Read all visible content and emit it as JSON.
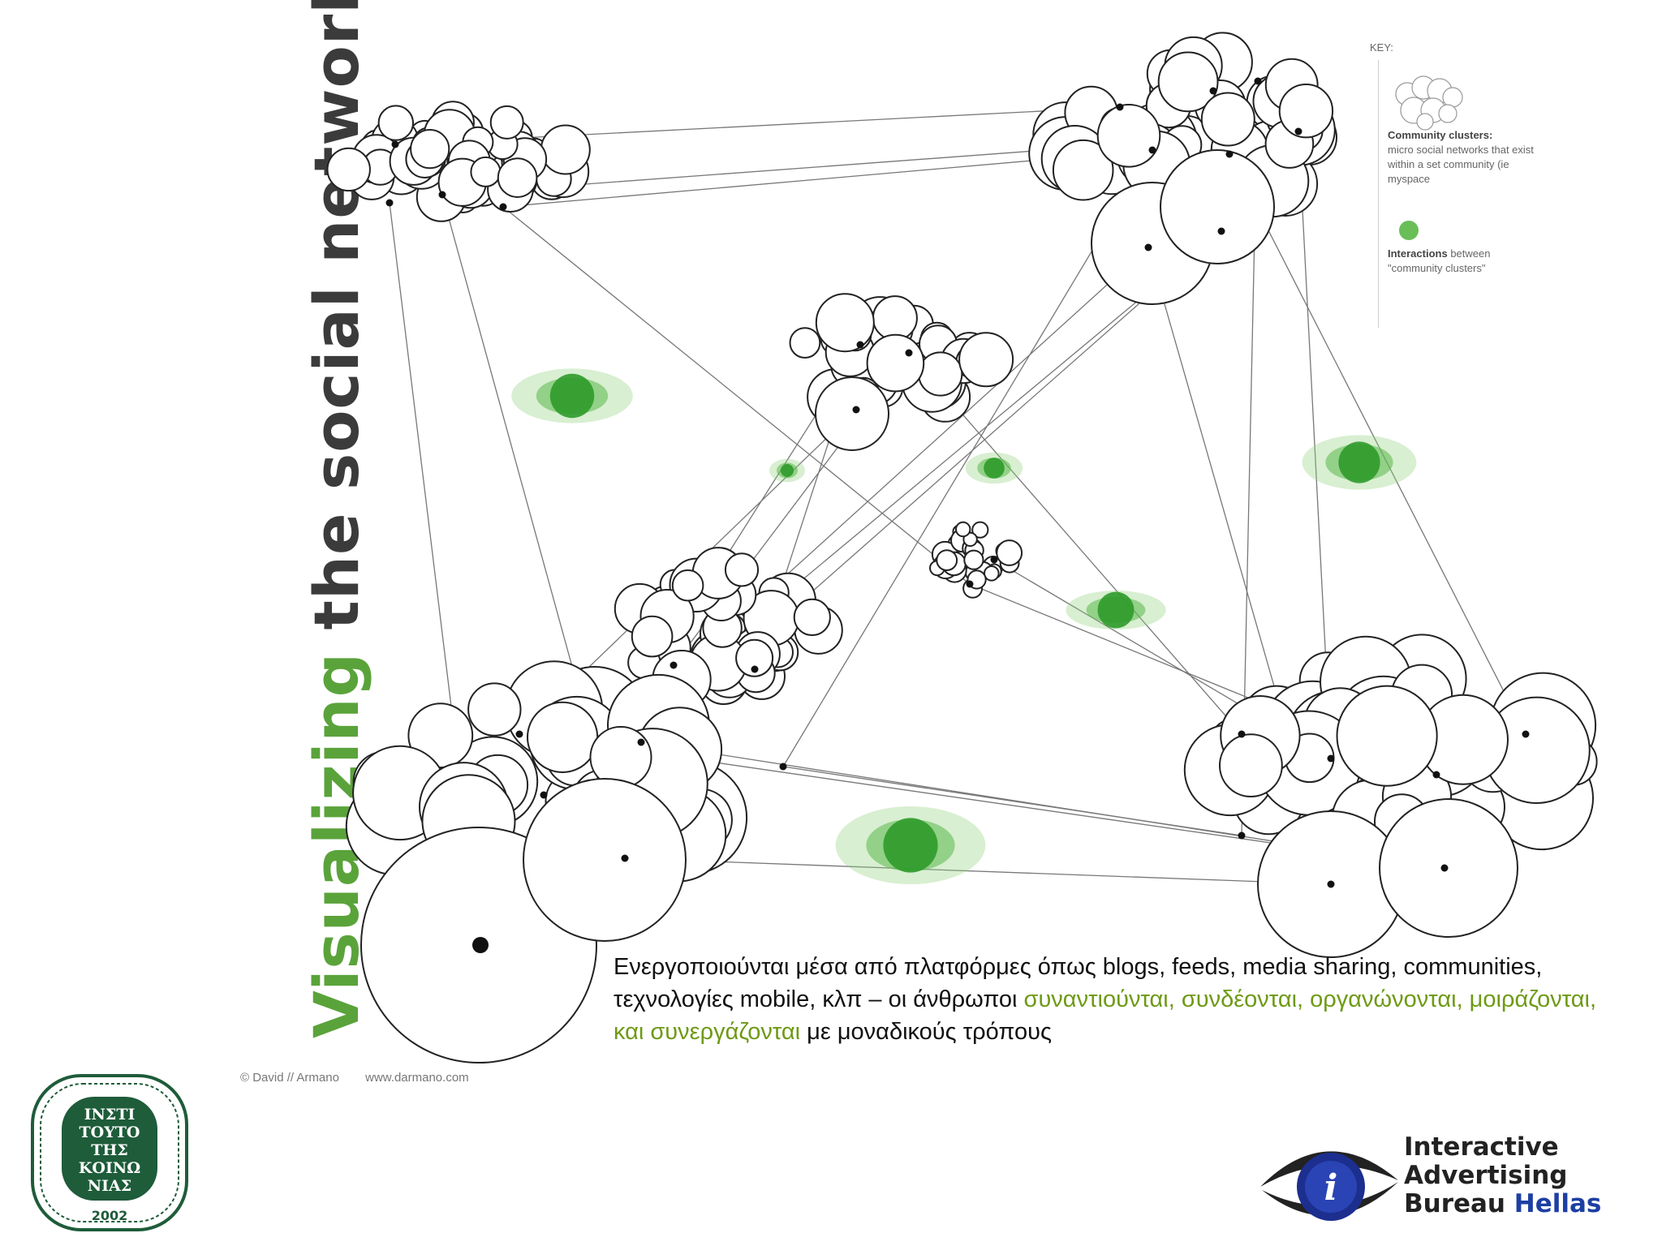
{
  "title": {
    "highlight": "Visualizing",
    "rest": " the social network"
  },
  "key": {
    "label": "KEY:",
    "cluster_title": "Community clusters:",
    "cluster_desc": "micro social networks that exist within a set community (ie myspace",
    "interactions_title": "Interactions",
    "interactions_desc": "between \"community clusters\""
  },
  "caption": {
    "part1": "Ενεργοποιούνται μέσα από πλατφόρμες όπως blogs, feeds, media sharing, communities, τεχνολογίες mobile, κλπ – οι άνθρωποι ",
    "highlight1": "συναντιούνται, συνδέονται, οργανώνονται, μοιράζονται, και συνεργάζονται",
    "part2": " με μοναδικούς τρόπους"
  },
  "credit": {
    "author": "© David // Armano",
    "site": "www.darmano.com"
  },
  "seal": {
    "lines": [
      "ΙΝΣΤΙ",
      "ΤΟΥΤΟ",
      "ΤΗΣ",
      "ΚΟΙΝΩ",
      "ΝΙΑΣ"
    ],
    "year": "2002"
  },
  "iab": {
    "line1": "Interactive",
    "line2": "Advertising",
    "line3_a": "Bureau",
    "line3_b": "Hellas",
    "emblem_letter": "i"
  },
  "colors": {
    "title_green": "#5aa33a",
    "interaction_green": "#2f9a2a",
    "highlight_text": "#6e9a15",
    "iab_blue": "#1d3fa3"
  }
}
